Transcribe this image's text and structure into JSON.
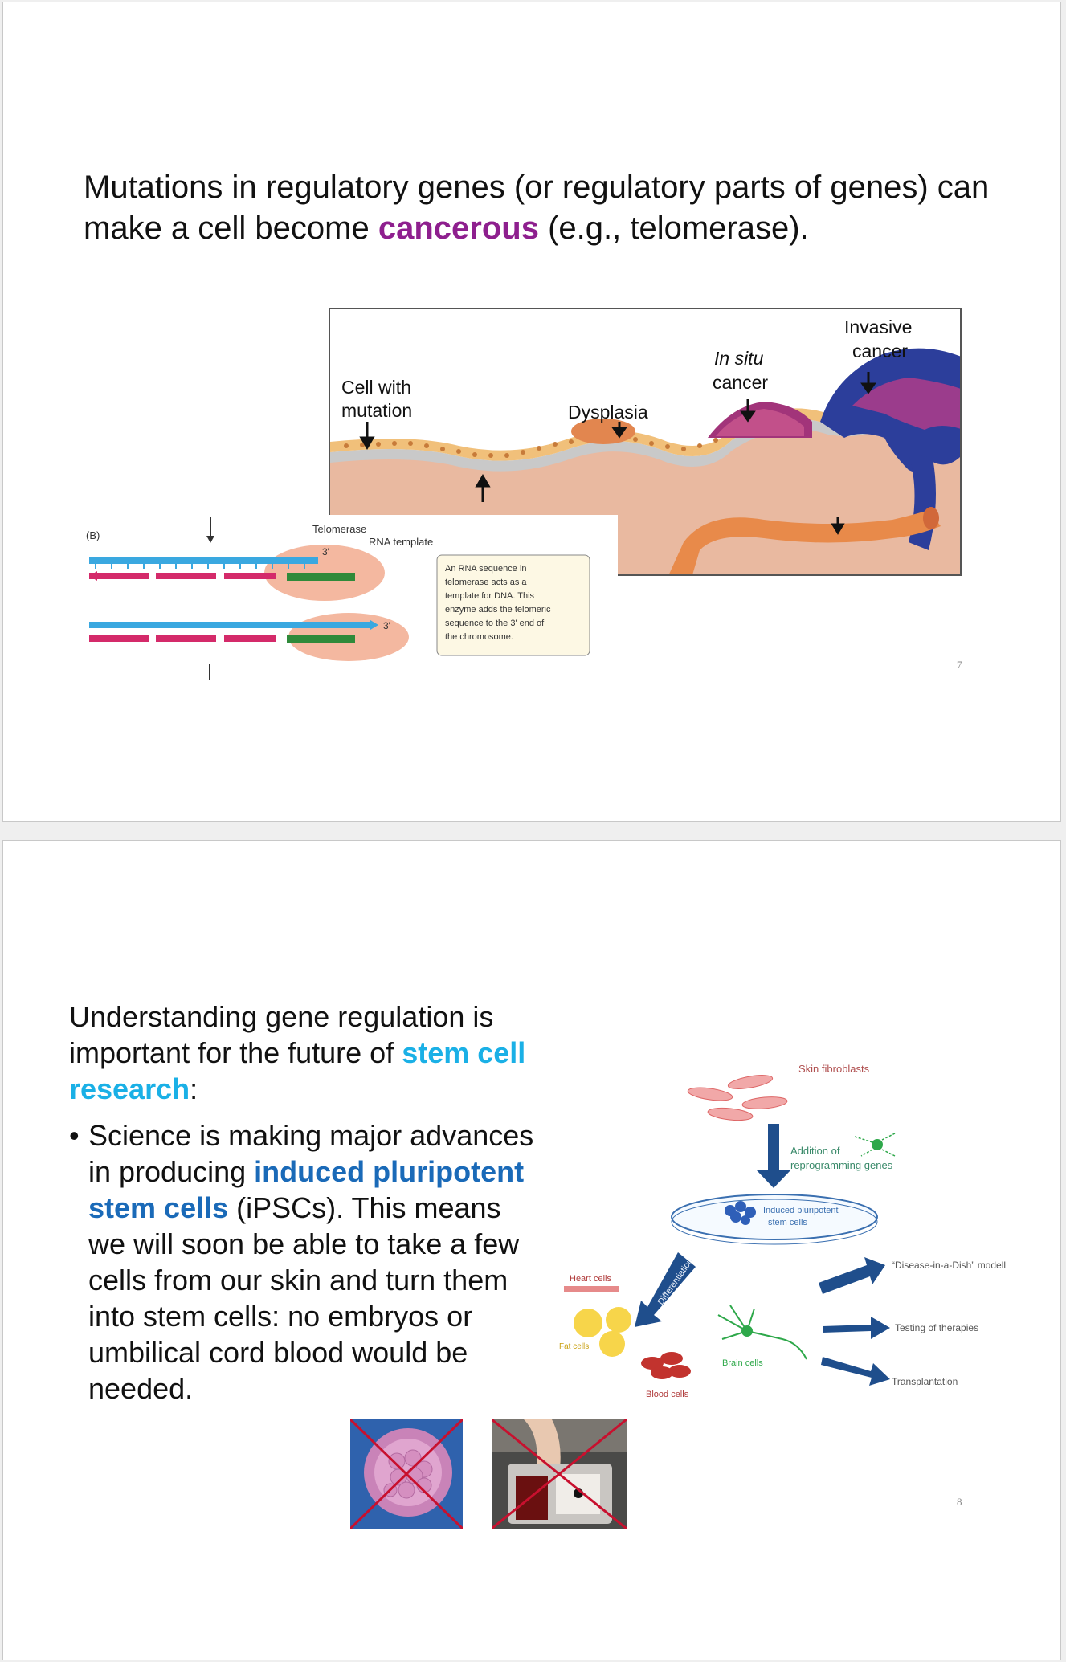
{
  "slide7": {
    "title_part1": "Mutations in regulatory genes (or regulatory parts of genes) can make a cell become ",
    "title_highlight": "cancerous",
    "title_part2": " (e.g., telomerase).",
    "cancer_labels": {
      "cell_with_mutation_line1": "Cell with",
      "cell_with_mutation_line2": "mutation",
      "dysplasia": "Dysplasia",
      "in_situ": "In situ",
      "in_situ_cancer": "cancer",
      "invasive_line1": "Invasive",
      "invasive_line2": "cancer"
    },
    "telomerase_labels": {
      "panel": "(B)",
      "telomerase": "Telomerase",
      "rna_template": "RNA template",
      "three_prime_top": "3'",
      "three_prime_bottom": "3'",
      "callout_line1": "An RNA sequence in",
      "callout_line2": "telomerase acts as a",
      "callout_line3": "template for DNA. This",
      "callout_line4": "enzyme adds the telomeric",
      "callout_line5": "sequence to the 3' end of",
      "callout_line6": "the chromosome."
    },
    "slide_number": "7"
  },
  "slide8": {
    "intro_part1": "Understanding gene regulation is important for the future of ",
    "intro_highlight": "stem cell research",
    "intro_part2": ":",
    "bullet_symbol": "•",
    "bullet_part1": "Science is making major advances in producing ",
    "bullet_highlight": "induced pluripotent stem cells",
    "bullet_part2": " (iPSCs). This means we will soon be able to take a few cells from our skin and turn them into stem cells: no embryos or umbilical cord blood would be needed.",
    "diagram_labels": {
      "skin_fibroblasts": "Skin fibroblasts",
      "addition_line1": "Addition of",
      "addition_line2": "reprogramming genes",
      "ipsc_line1": "Induced pluripotent",
      "ipsc_line2": "stem cells",
      "differentiation": "Differentiation",
      "heart_cells": "Heart cells",
      "fat_cells": "Fat cells",
      "blood_cells": "Blood cells",
      "brain_cells": "Brain cells",
      "disease_model": "“Disease-in-a-Dish” modell",
      "testing": "Testing of therapies",
      "transplantation": "Transplantation"
    },
    "slide_number": "8"
  },
  "colors": {
    "highlight_purple": "#8e1f8e",
    "highlight_cyan": "#1ab0e6",
    "highlight_blue": "#1a6ab8",
    "cross_red": "#c8102e",
    "arrow_navy": "#1f4e8c"
  }
}
